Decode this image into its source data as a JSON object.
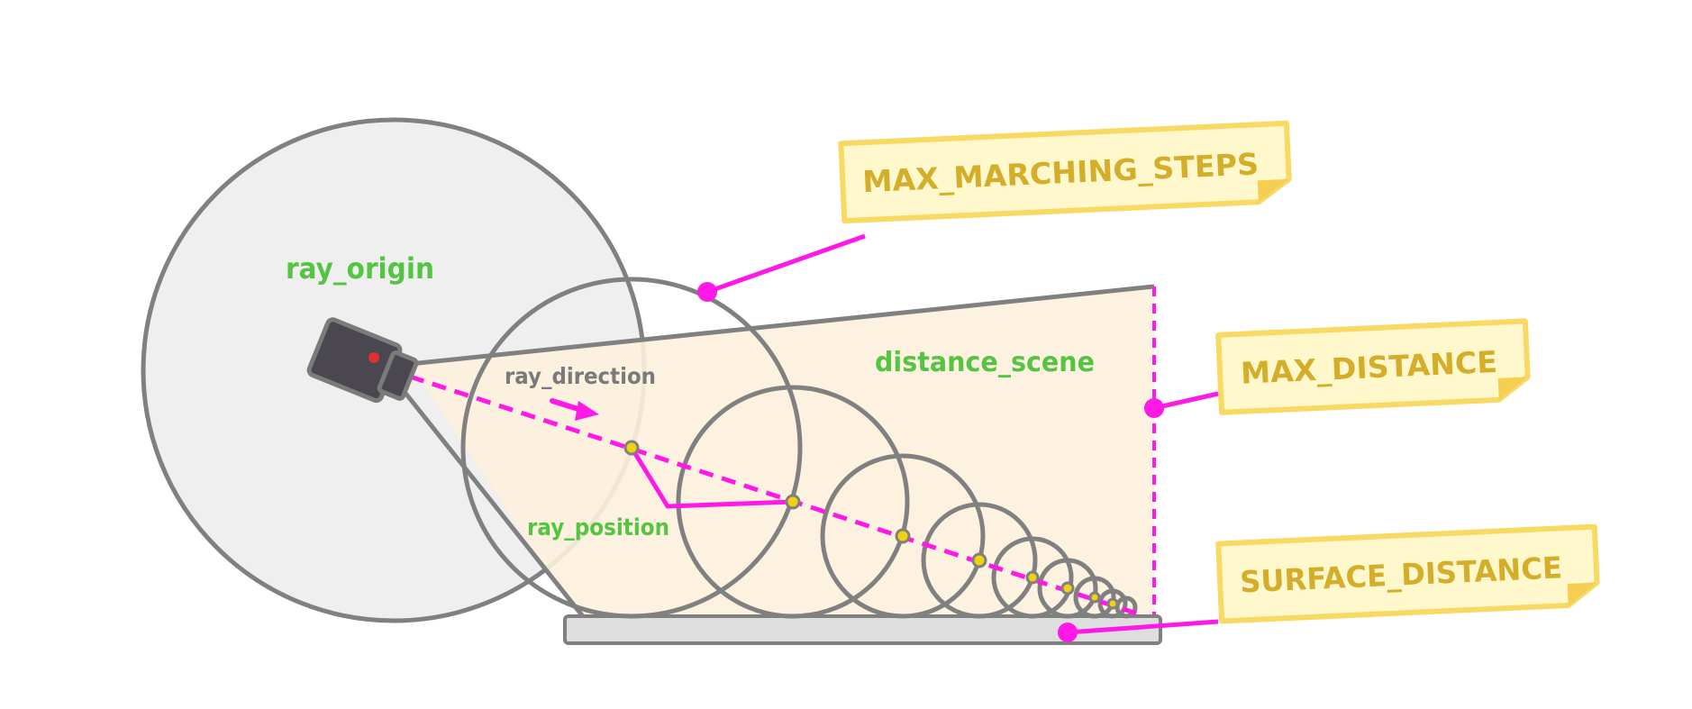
{
  "labels": {
    "ray_origin": "ray_origin",
    "ray_direction": "ray_direction",
    "ray_position": "ray_position",
    "distance_scene": "distance_scene"
  },
  "notes": {
    "max_marching_steps": "MAX_MARCHING_STEPS",
    "max_distance": "MAX_DISTANCE",
    "surface_distance": "SURFACE_DISTANCE"
  },
  "colors": {
    "accent_magenta": "#ff19e6",
    "label_green": "#55c443",
    "label_gray": "#7a7a7a",
    "note_fill": "#fff8cc",
    "note_border": "#f8d964",
    "note_text": "#d4ae2a",
    "frustum_fill": "#fdefdc",
    "circle_stroke": "#808080",
    "origin_circle_fill": "#efefef",
    "floor_fill": "#dedede",
    "camera_body": "#4a4750",
    "lens_dot": "#e03030",
    "step_point": "#f1d20e"
  },
  "icons": {
    "camera": "camera-icon",
    "direction_arrow": "arrow-right-icon"
  }
}
